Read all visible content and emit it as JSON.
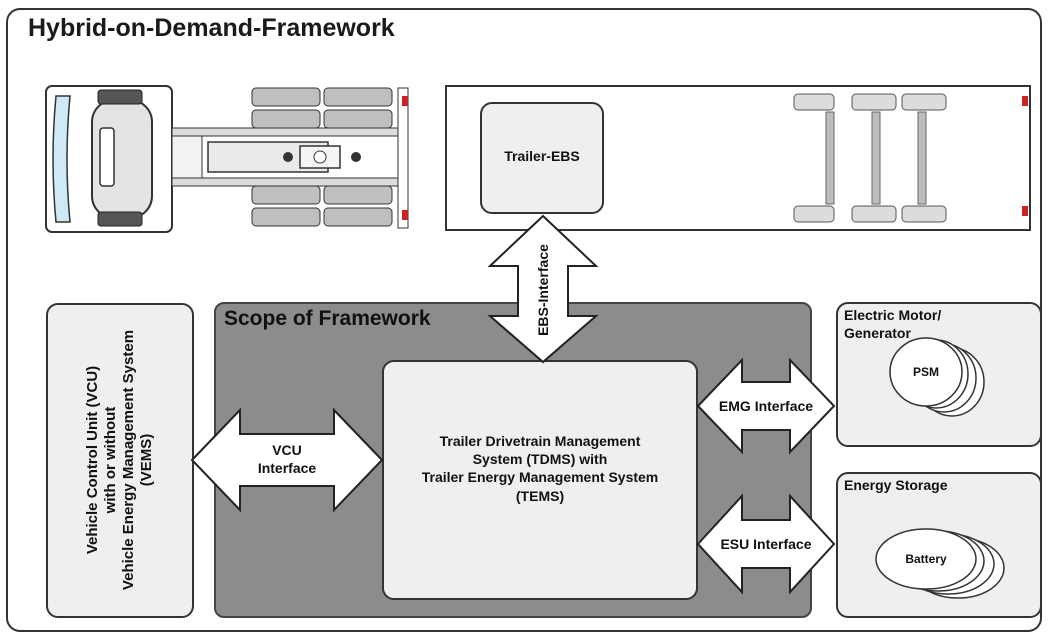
{
  "title": "Hybrid-on-Demand-Framework",
  "scope_label": "Scope of Framework",
  "trailer_ebs": "Trailer-EBS",
  "ebs_interface": "EBS-Interface",
  "vcu_interface_line1": "VCU",
  "vcu_interface_line2": "Interface",
  "vcu_box": {
    "line1": "Vehicle Control Unit (VCU)",
    "line2": "with or without",
    "line3": "Vehicle Energy Management System",
    "line4": "(VEMS)"
  },
  "tdms": {
    "line1": "Trailer Drivetrain Management",
    "line2": "System (TDMS) with",
    "line3": "Trailer Energy Management System",
    "line4": "(TEMS)"
  },
  "emg_interface": "EMG Interface",
  "esu_interface": "ESU Interface",
  "emg_box": {
    "line1": "Electric Motor/",
    "line2": "Generator",
    "disc_label": "PSM"
  },
  "storage_box": {
    "title": "Energy Storage",
    "disc_label": "Battery"
  }
}
